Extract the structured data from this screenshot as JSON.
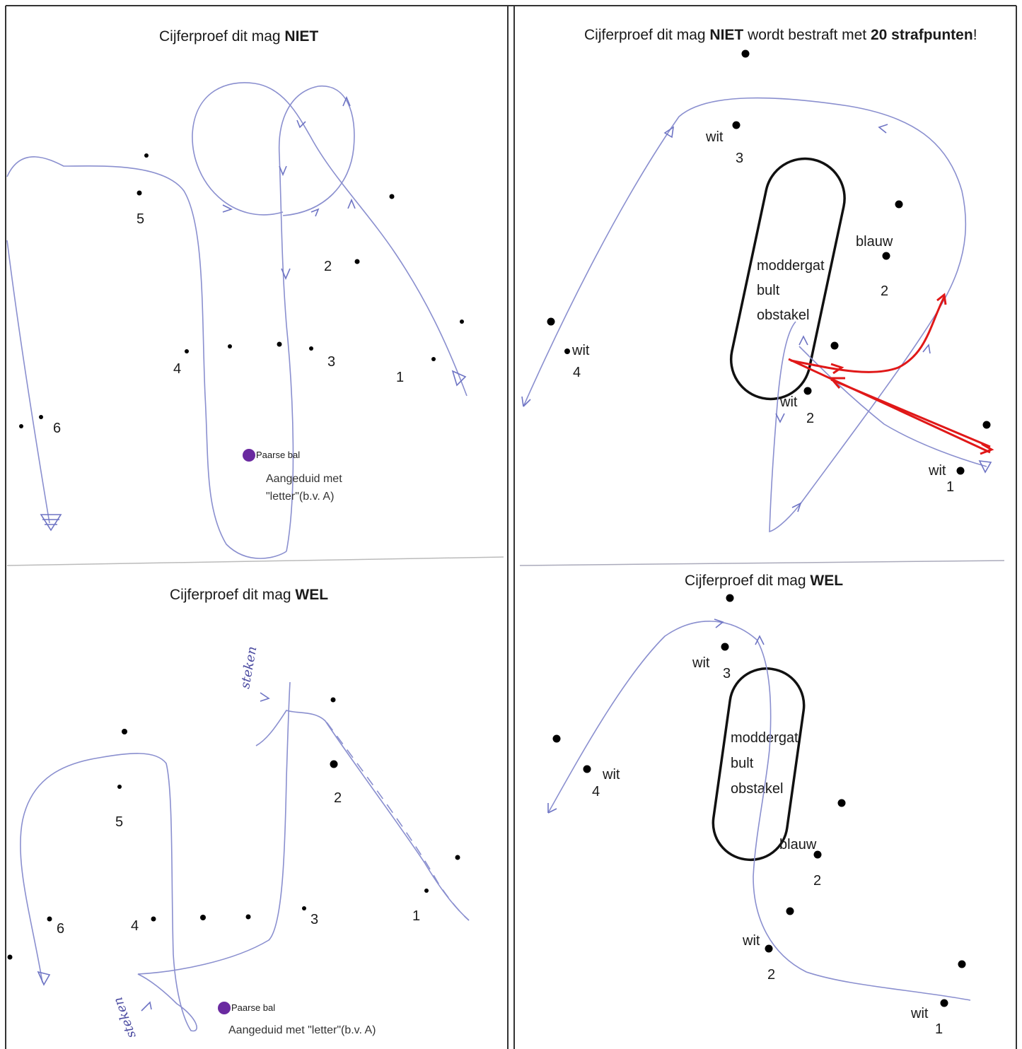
{
  "panels": {
    "top_left": {
      "title_pre": "Cijferproef dit mag ",
      "title_bold": "NIET",
      "numbers": [
        "1",
        "2",
        "3",
        "4",
        "5",
        "6"
      ],
      "ball_label": "Paarse bal",
      "note_line1": "Aangeduid met",
      "note_line2": "\"letter\"(b.v. A)"
    },
    "top_right": {
      "title_pre": "Cijferproef dit mag ",
      "title_bold": "NIET",
      "title_mid": " wordt bestraft met ",
      "title_bold2": "20 strafpunten",
      "title_end": "!",
      "obstacle_lines": [
        "moddergat",
        "bult",
        "obstakel"
      ],
      "wit": "wit",
      "blauw": "blauw",
      "numbers": [
        "1",
        "2",
        "3",
        "4",
        "2"
      ]
    },
    "bottom_left": {
      "title_pre": "Cijferproef dit mag ",
      "title_bold": "WEL",
      "numbers": [
        "1",
        "2",
        "3",
        "4",
        "5",
        "6"
      ],
      "hand_top": "steken",
      "hand_bottom": "steken",
      "ball_label": "Paarse bal",
      "note": "Aangeduid met \"letter\"(b.v. A)"
    },
    "bottom_right": {
      "title_pre": "Cijferproef dit mag ",
      "title_bold": "WEL",
      "obstacle_lines": [
        "moddergat",
        "bult",
        "obstakel"
      ],
      "wit": "wit",
      "blauw": "blauw",
      "numbers": [
        "3",
        "4",
        "2",
        "2",
        "1"
      ]
    }
  },
  "colors": {
    "path": "#8a8fcf",
    "penalty_arrow": "#e01818",
    "ball": "#6a2aa0"
  }
}
